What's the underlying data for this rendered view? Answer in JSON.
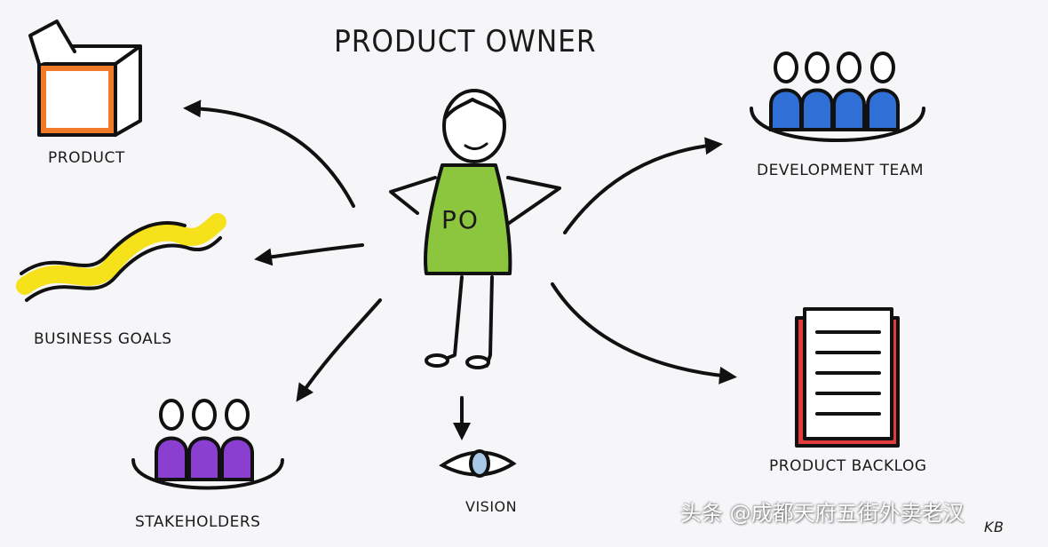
{
  "title": "PRODUCT OWNER",
  "center": {
    "shirt_label": "PO"
  },
  "nodes": {
    "product": "PRODUCT",
    "business_goals": "BUSINESS GOALS",
    "stakeholders": "STAKEHOLDERS",
    "vision": "VISION",
    "development_team": "DEVELOPMENT TEAM",
    "product_backlog": "PRODUCT BACKLOG"
  },
  "signature": "KB",
  "watermark": "头条 @成都天府五街外卖老汉",
  "colors": {
    "shirt": "#8cc63f",
    "team_blue": "#2f6fd6",
    "stakeholder_purple": "#8a3fd0",
    "box_orange": "#f07a28",
    "wave_yellow": "#f5e21a",
    "backlog_red": "#e23b3b",
    "eye_blue": "#a9c8e6"
  },
  "icons": {
    "product": "open-box-icon",
    "business_goals": "wavy-line-icon",
    "stakeholders": "people-group-icon",
    "vision": "eye-icon",
    "development_team": "people-group-icon",
    "product_backlog": "list-document-icon"
  }
}
